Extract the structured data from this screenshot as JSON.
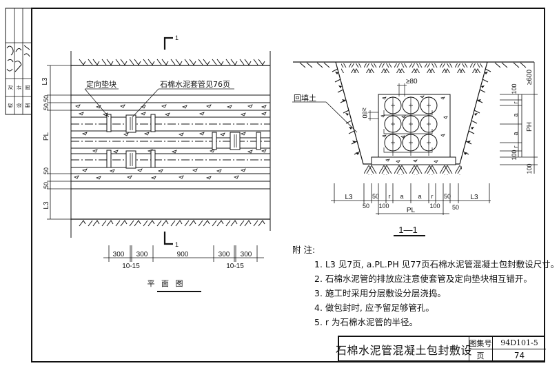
{
  "drawing": {
    "title": "石棉水泥管混凝土包封敷设",
    "atlas_label": "图集号",
    "atlas_number": "94D101-5",
    "page_label": "页",
    "page_number": "74"
  },
  "side_panel": {
    "row1": [
      "校",
      "设",
      "制"
    ],
    "row2": [
      "对",
      "计",
      "图"
    ]
  },
  "plan_view": {
    "caption": "平 面 图",
    "section_mark_top": "1",
    "section_mark_bottom": "1",
    "label_block": "定向垫块",
    "label_sleeve": "石棉水泥套管见76页",
    "left_dims": [
      "L3",
      "50",
      "50",
      "PL",
      "50",
      "50",
      "L3"
    ],
    "bottom_dims": [
      "300",
      "300",
      "900",
      "300",
      "300"
    ],
    "gap_dims": [
      "10-15",
      "10-15"
    ]
  },
  "section_view": {
    "caption": "1—1",
    "label_backfill": "回填土",
    "dim_top_gap": "≥80",
    "dim_side_gap": "≥80",
    "right_dims": [
      "≥600",
      "100",
      "r",
      "a",
      "a",
      "r",
      "100",
      "100"
    ],
    "right_total": "PH",
    "bottom_dims_top": [
      "L3",
      "50",
      "r",
      "a",
      "a",
      "r",
      "50",
      "L3"
    ],
    "bottom_dims_under": [
      "50",
      "100",
      "100",
      "50"
    ],
    "bottom_total": "PL"
  },
  "notes": {
    "heading": "附  注:",
    "items": [
      "1. L3 见7页, a.PL.PH 见77页石棉水泥管混凝土包封敷设尺寸。",
      "2. 石棉水泥管的排放应注意使套管及定向垫块相互错开。",
      "3. 施工时采用分层敷设分层浇捣。",
      "4. 做包封时, 应予留足够管孔。",
      "5. r 为石棉水泥管的半径。"
    ]
  }
}
